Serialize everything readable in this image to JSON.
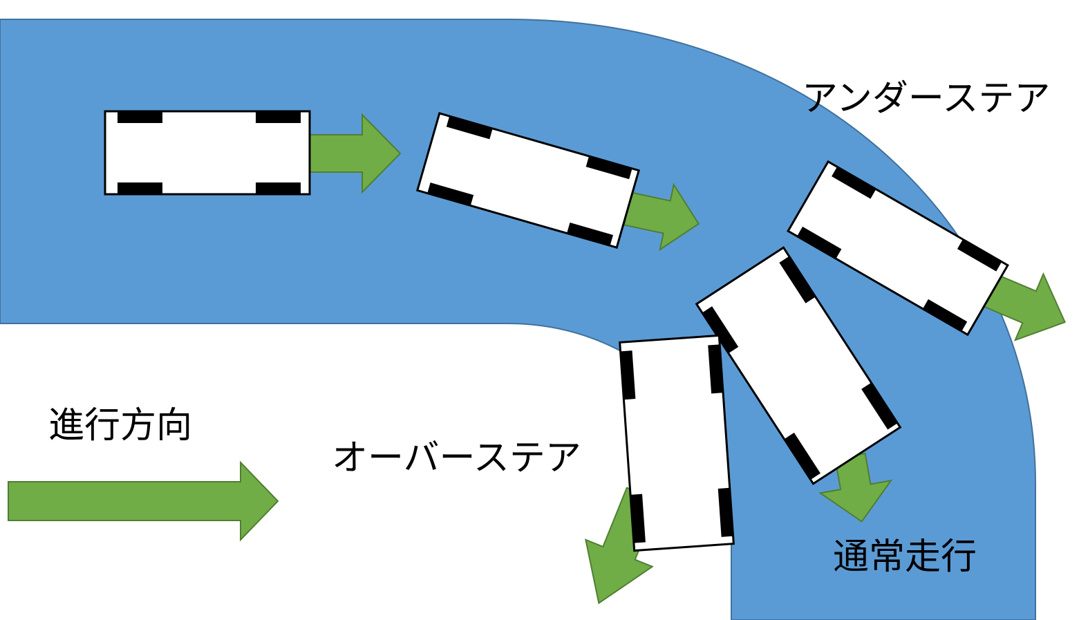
{
  "labels": {
    "understeer": "アンダーステア",
    "oversteer": "オーバーステア",
    "normal": "通常走行",
    "direction": "進行方向"
  },
  "colors": {
    "road": "#5b9bd5",
    "road_edge": "#41719c",
    "arrow": "#70ad47",
    "arrow_edge": "#507e32",
    "car_body": "#ffffff",
    "tire": "#000000",
    "background": "#ffffff"
  }
}
